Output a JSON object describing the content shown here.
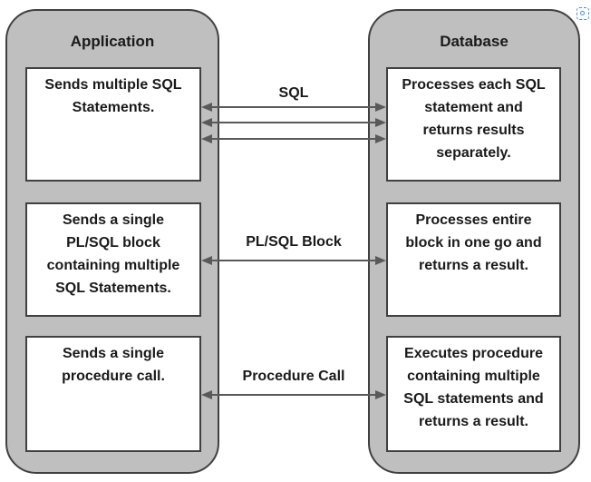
{
  "application": {
    "title": "Application",
    "boxes": [
      {
        "lines": [
          "Sends multiple SQL",
          "Statements."
        ]
      },
      {
        "lines": [
          "Sends a single",
          "PL/SQL block",
          "containing multiple",
          "SQL Statements."
        ]
      },
      {
        "lines": [
          "Sends a single",
          "procedure call."
        ]
      }
    ]
  },
  "database": {
    "title": "Database",
    "boxes": [
      {
        "lines": [
          "Processes each SQL",
          "statement and",
          "returns results",
          "separately."
        ]
      },
      {
        "lines": [
          "Processes entire",
          "block in one go and",
          "returns a result."
        ]
      },
      {
        "lines": [
          "Executes procedure",
          "containing multiple",
          "SQL statements and",
          "returns a result."
        ]
      }
    ]
  },
  "connections": [
    {
      "label": "SQL",
      "arrow_count": 3
    },
    {
      "label": "PL/SQL Block",
      "arrow_count": 1
    },
    {
      "label": "Procedure Call",
      "arrow_count": 1
    }
  ],
  "colors": {
    "panel": "#bfbfbf",
    "border": "#404040",
    "arrow": "#595959",
    "text": "#1a1a1a"
  },
  "icons": {
    "corner": "screenshot-capture-icon"
  }
}
